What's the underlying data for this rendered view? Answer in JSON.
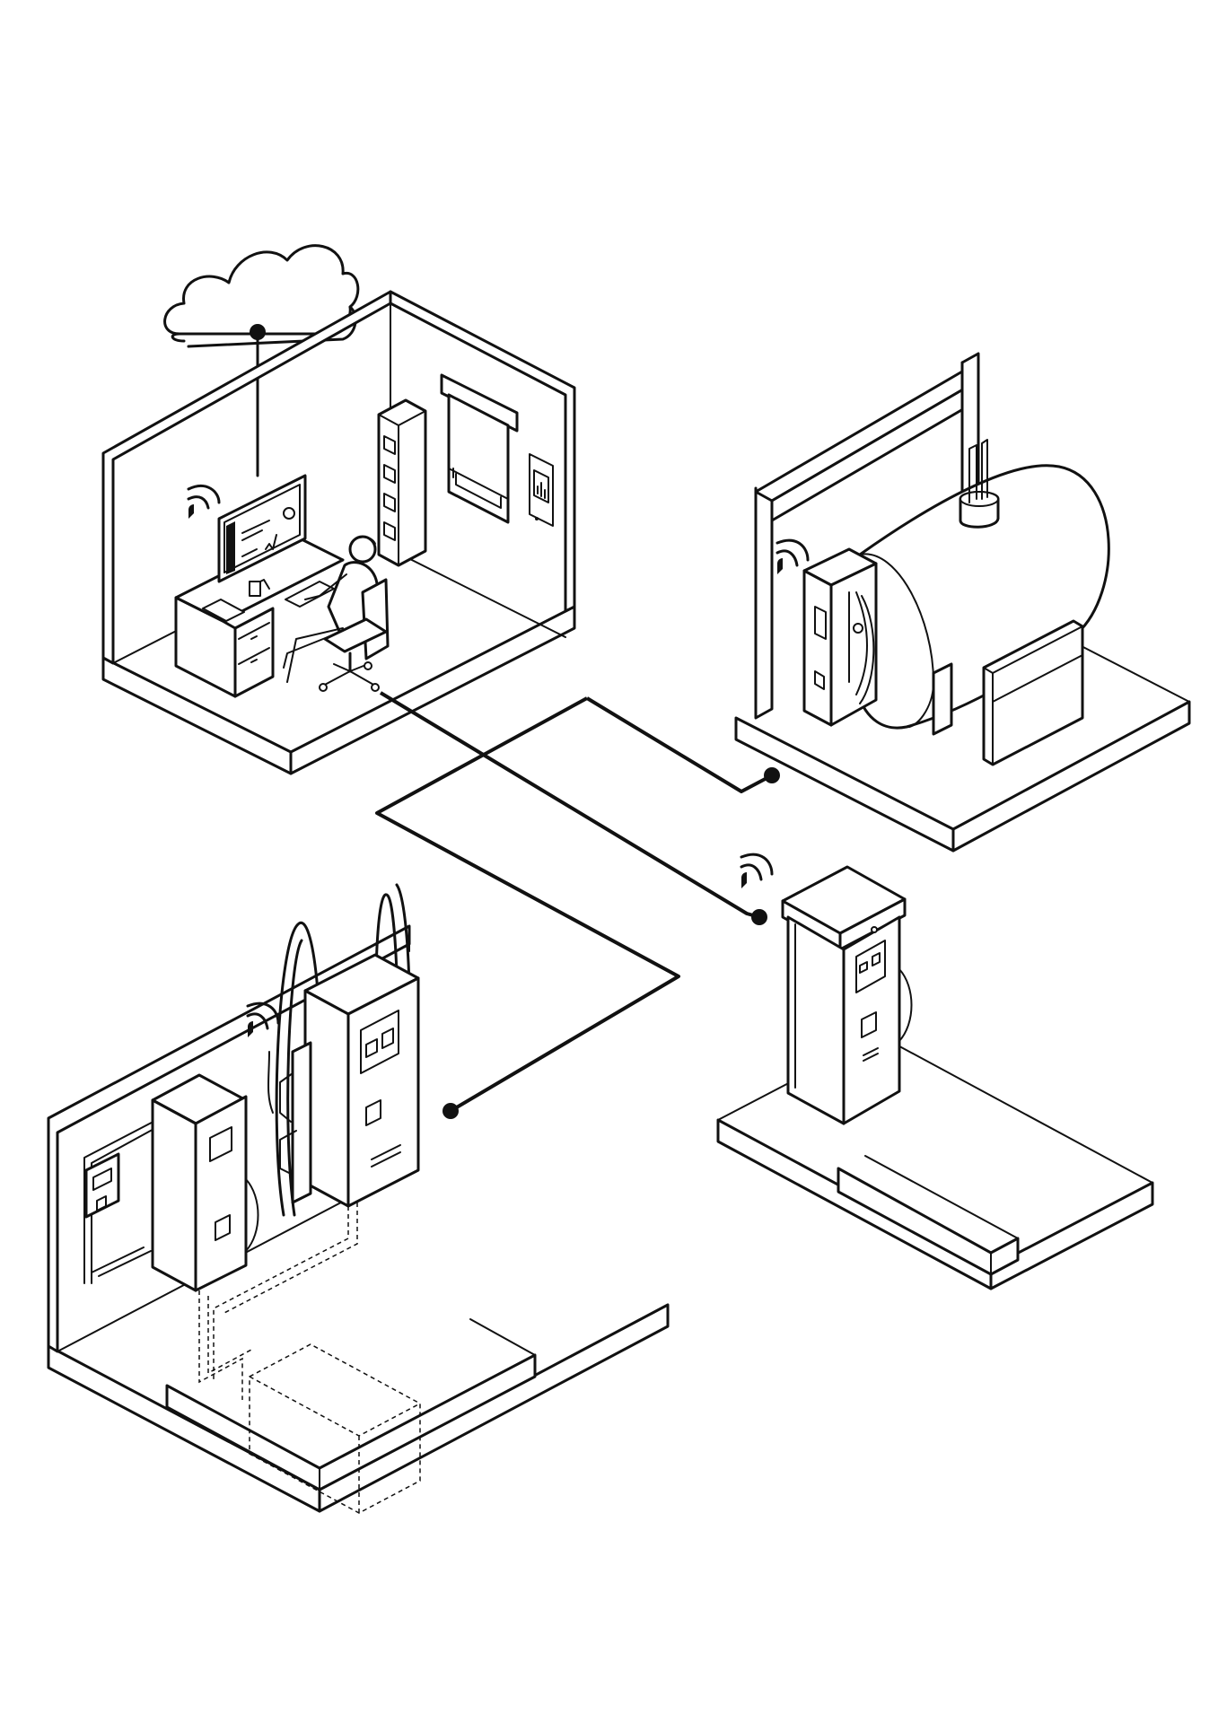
{
  "diagram": {
    "nodes": [
      {
        "id": "cloud",
        "icon": "cloud-icon"
      },
      {
        "id": "control-room",
        "icon": "office-icon"
      },
      {
        "id": "tank-station",
        "icon": "fuel-tank-icon"
      },
      {
        "id": "standalone-dispenser",
        "icon": "fuel-dispenser-icon"
      },
      {
        "id": "dispenser-station",
        "icon": "fuel-dispensers-icon"
      }
    ],
    "links": [
      {
        "from": "cloud",
        "to": "control-room"
      },
      {
        "from": "control-room",
        "to": "tank-station"
      },
      {
        "from": "control-room",
        "to": "standalone-dispenser"
      },
      {
        "from": "control-room",
        "to": "dispenser-station"
      }
    ],
    "wireless_icon": "wifi-icon",
    "stroke_color": "#111111",
    "background_color": "#ffffff"
  }
}
